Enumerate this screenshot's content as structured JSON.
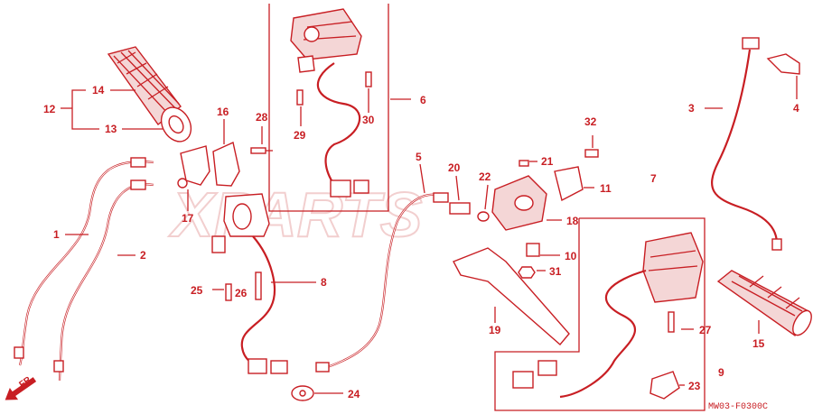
{
  "diagram": {
    "watermark": "XPARTS",
    "drawing_code": "MW03-F0300C",
    "direction_label": "FR.",
    "callouts": {
      "c1": "1",
      "c2": "2",
      "c3": "3",
      "c4": "4",
      "c5": "5",
      "c6": "6",
      "c7": "7",
      "c8": "8",
      "c9": "9",
      "c10": "10",
      "c11": "11",
      "c12": "12",
      "c13": "13",
      "c14": "14",
      "c15": "15",
      "c16": "16",
      "c17": "17",
      "c18": "18",
      "c19": "19",
      "c20": "20",
      "c21": "21",
      "c22": "22",
      "c23": "23",
      "c24": "24",
      "c25": "25",
      "c26": "26",
      "c27": "27",
      "c28": "28",
      "c29": "29",
      "c30": "30",
      "c31": "31",
      "c32": "32"
    },
    "colors": {
      "ink": "#c81e23",
      "watermark": "#f2cfcf",
      "background": "#ffffff"
    }
  }
}
